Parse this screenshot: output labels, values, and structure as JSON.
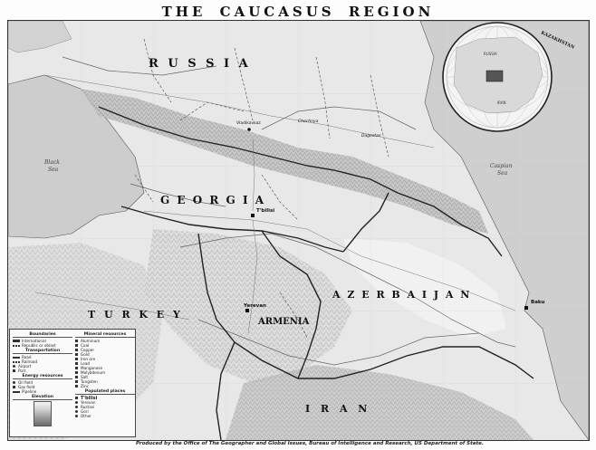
{
  "title": "THE CAUCASUS REGION",
  "countries": {
    "russia": "R U S S I A",
    "georgia": "G E O R G I A",
    "azerbaijan": "A Z E R B A I J A N",
    "armenia": "ARMENIA",
    "turkey": "T U R K E Y",
    "iran": "I R A N",
    "kazakhstan": "KAZAKHSTAN"
  },
  "seas": {
    "black_sea_1": "Black",
    "black_sea_2": "Sea",
    "caspian_sea_1": "Caspian",
    "caspian_sea_2": "Sea"
  },
  "cities": {
    "tbilisi": "T'bilisi",
    "yerevan": "Yerevan",
    "baku": "Baku",
    "vladikavkaz": "Vladikavkaz"
  },
  "regions": {
    "dagestan": "Dagestan",
    "chechnya": "Chechnya"
  },
  "inset": {
    "russia": "RUSSIA",
    "iran": "IRAN"
  },
  "legend": {
    "boundaries": {
      "heading": "Boundaries",
      "items": [
        "International",
        "Republic or oblast"
      ]
    },
    "transportation": {
      "heading": "Transportation",
      "items": [
        "Road",
        "Railroad",
        "Airport",
        "Port"
      ]
    },
    "energy": {
      "heading": "Energy resources",
      "items": [
        "Oil field",
        "Gas field",
        "Pipeline"
      ]
    },
    "elevation": {
      "heading": "Elevation"
    },
    "minerals": {
      "heading": "Mineral resources",
      "items": [
        "Aluminum",
        "Coal",
        "Copper",
        "Gold",
        "Iron ore",
        "Lead",
        "Manganese",
        "Molybdenum",
        "Salt",
        "Tungsten",
        "Zinc"
      ]
    },
    "populated": {
      "heading": "Populated places",
      "items": [
        "T'bilisi",
        "Yerevan",
        "Rustavi",
        "Gori",
        "Other"
      ]
    }
  },
  "credit": "Produced by the Office of The Geographer and Global Issues, Bureau of Intelligence and Research, US Department of State.",
  "colors": {
    "land": "#e6e6e6",
    "sea": "#c7c7c7",
    "mountains": "#a9a9a9",
    "border": "#222222",
    "river": "#666666"
  }
}
